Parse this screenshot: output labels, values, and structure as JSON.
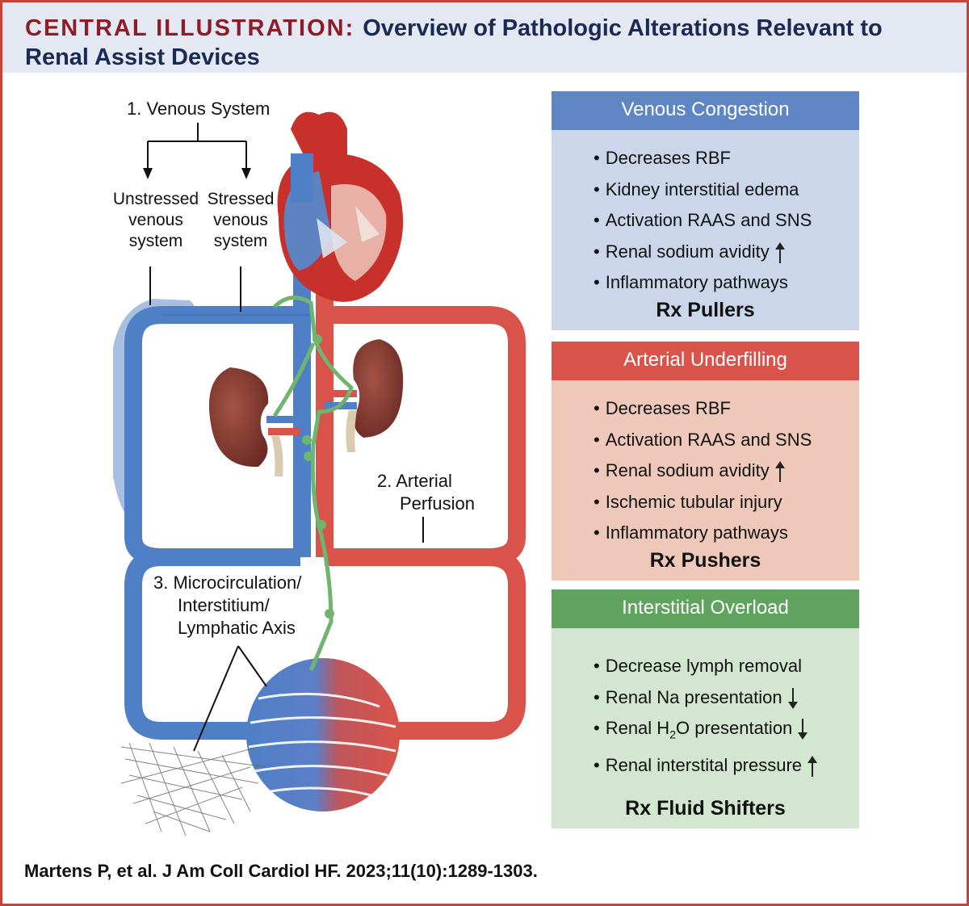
{
  "header": {
    "tag": "CENTRAL ILLUSTRATION:",
    "title_line1": "Overview of Pathologic Alterations Relevant to",
    "title_line2": "Renal Assist Devices"
  },
  "diagram": {
    "venous_system": "1. Venous System",
    "unstressed": [
      "Unstressed",
      "venous",
      "system"
    ],
    "stressed": [
      "Stressed",
      "venous",
      "system"
    ],
    "arterial": [
      "2. Arterial",
      "Perfusion"
    ],
    "micro": [
      "3. Microcirculation/",
      "Interstitium/",
      "Lymphatic Axis"
    ]
  },
  "panels": {
    "venous": {
      "title": "Venous Congestion",
      "bullets": [
        "Decreases RBF",
        "Kidney interstitial edema",
        "Activation RAAS and SNS",
        "Renal sodium avidity",
        "Inflammatory pathways"
      ],
      "rx": "Rx Pullers"
    },
    "arterial": {
      "title": "Arterial Underfilling",
      "bullets": [
        "Decreases RBF",
        "Activation RAAS and SNS",
        "Renal sodium avidity",
        "Ischemic tubular injury",
        "Inflammatory pathways"
      ],
      "rx": "Rx Pushers"
    },
    "interstitial": {
      "title": "Interstitial Overload",
      "bullets": [
        "Decrease lymph removal",
        "Renal Na presentation",
        "Renal H",
        "2",
        "O presentation",
        "Renal interstital pressure"
      ],
      "rx": "Rx Fluid Shifters"
    }
  },
  "citation": "Martens P, et al. J Am Coll Cardiol HF. 2023;11(10):1289-1303.",
  "colors": {
    "venous_blue": "#5f86c4",
    "arterial_red": "#d9534a",
    "lymph_green": "#6fb46f",
    "title_red": "#8c1c26",
    "title_navy": "#1b2a55"
  }
}
